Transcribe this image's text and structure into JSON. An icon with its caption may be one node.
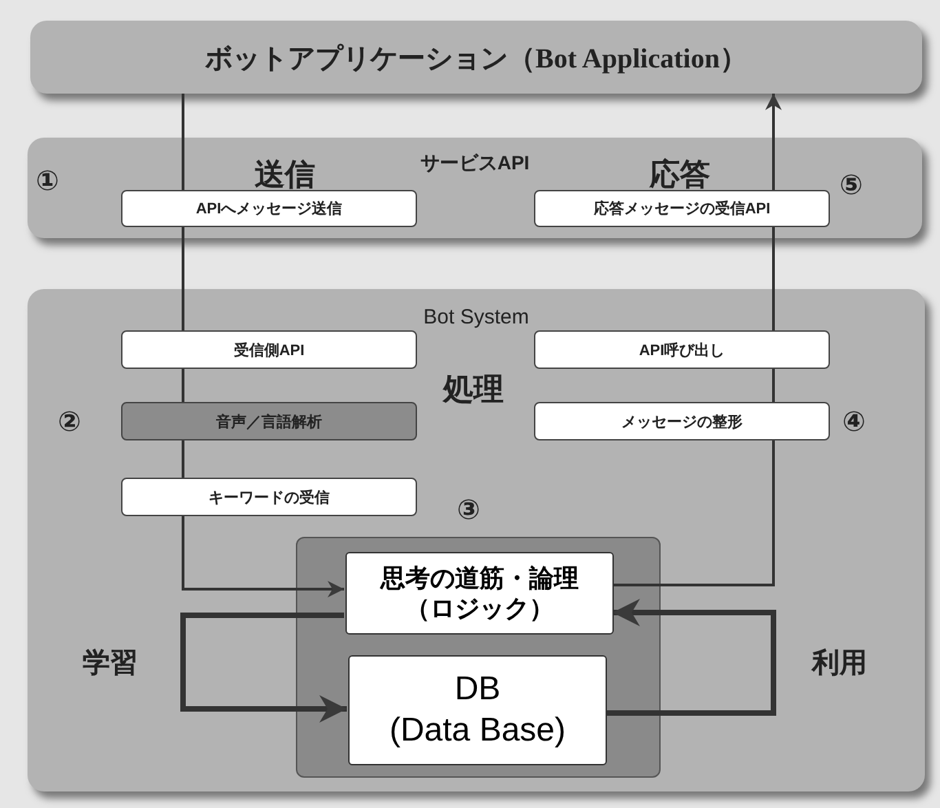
{
  "diagram": {
    "nodes": [
      {
        "text": [
          "ボットアプリケーション（Bot Application）"
        ]
      },
      {
        "text": [
          "サービスAPI"
        ]
      },
      {
        "text": [
          "APIへメッセージ送信"
        ],
        "in": 1
      },
      {
        "text": [
          "応答メッセージの受信API"
        ],
        "in": 1
      },
      {
        "text": [
          "Bot System"
        ]
      },
      {
        "text": [
          "受信側API"
        ],
        "in": 4
      },
      {
        "text": [
          "音声／言語解析"
        ],
        "in": 4
      },
      {
        "text": [
          "キーワードの受信"
        ],
        "in": 4
      },
      {
        "text": [
          "API呼び出し"
        ],
        "in": 4
      },
      {
        "text": [
          "メッセージの整形"
        ],
        "in": 4
      },
      {
        "text": [],
        "shape": "box",
        "in": 4
      },
      {
        "text": [
          "思考の道筋・論理（ロジック）"
        ],
        "in": 10
      },
      {
        "text": [
          "DB (Data Base)"
        ],
        "in": 10
      }
    ],
    "edges": [
      {
        "from": 0,
        "to": 2,
        "arrow": "none"
      },
      {
        "from": 2,
        "to": 5,
        "arrow": "none"
      },
      {
        "from": 5,
        "to": 6,
        "arrow": "none"
      },
      {
        "from": 6,
        "to": 7,
        "arrow": "none"
      },
      {
        "from": 7,
        "to": 11,
        "arrow": "to"
      },
      {
        "from": 11,
        "to": 12,
        "arrow": "to",
        "style": "thick"
      },
      {
        "from": 12,
        "to": 11,
        "arrow": "to",
        "style": "thick"
      },
      {
        "from": 11,
        "to": 9,
        "arrow": "none"
      },
      {
        "from": 9,
        "to": 8,
        "arrow": "none"
      },
      {
        "from": 8,
        "to": 3,
        "arrow": "none"
      },
      {
        "from": 3,
        "to": 0,
        "arrow": "to"
      }
    ],
    "labels": [
      "①",
      "送信",
      "応答",
      "⑤",
      "処理",
      "②",
      "④",
      "③",
      "学習",
      "利用"
    ]
  }
}
